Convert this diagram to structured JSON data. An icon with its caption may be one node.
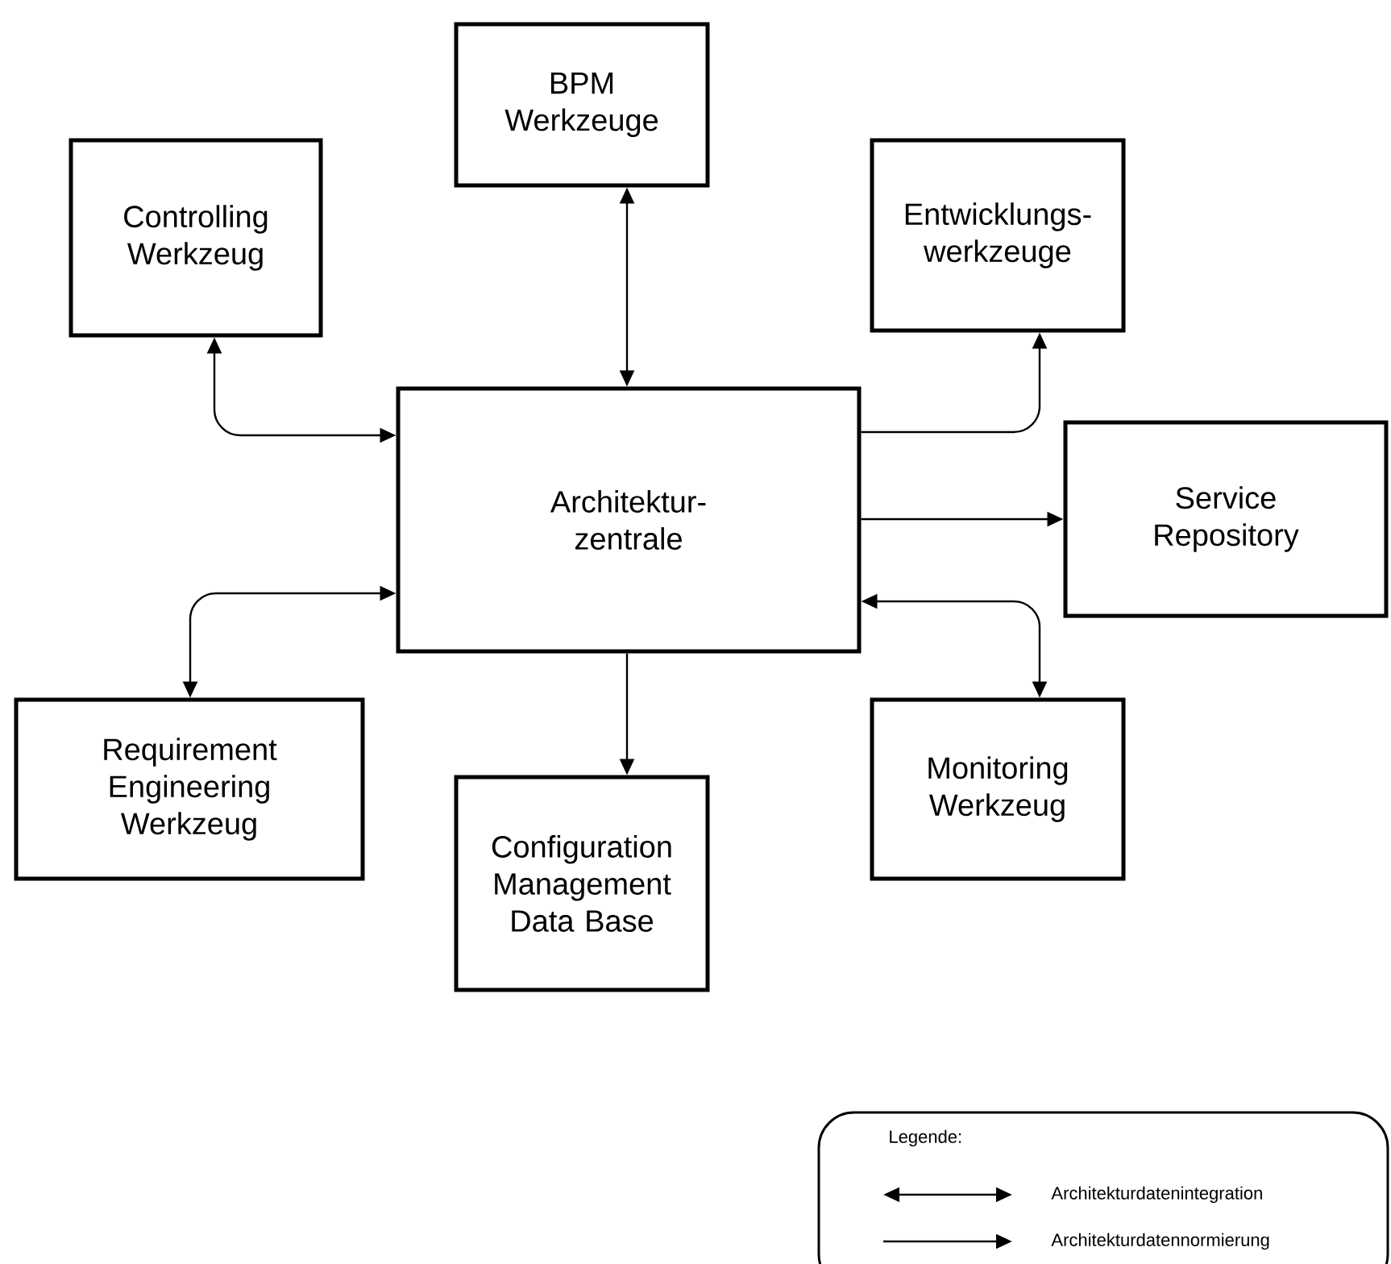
{
  "diagram": {
    "nodes": [
      {
        "text": [
          "BPM Werkzeuge"
        ]
      },
      {
        "text": [
          "Controlling Werkzeug"
        ]
      },
      {
        "text": [
          "Entwicklungs-werkzeuge"
        ]
      },
      {
        "text": [
          "Architektur-zentrale"
        ]
      },
      {
        "text": [
          "Service Repository"
        ]
      },
      {
        "text": [
          "Requirement Engineering Werkzeug"
        ]
      },
      {
        "text": [
          "Monitoring Werkzeug"
        ]
      },
      {
        "text": [
          "Configuration Management Data Base"
        ]
      }
    ],
    "edges": [
      {
        "from": 0,
        "to": 3,
        "arrow": "both"
      },
      {
        "from": 1,
        "to": 3,
        "arrow": "both"
      },
      {
        "from": 3,
        "to": 2,
        "arrow": "to"
      },
      {
        "from": 3,
        "to": 4,
        "arrow": "to"
      },
      {
        "from": 3,
        "to": 5,
        "arrow": "both"
      },
      {
        "from": 3,
        "to": 6,
        "arrow": "both"
      },
      {
        "from": 3,
        "to": 7,
        "arrow": "to"
      }
    ],
    "labels": [
      "Legende:"
    ],
    "legend": [
      {
        "text": "Architekturdatenintegration"
      },
      {
        "text": "Architekturdatennormierung"
      }
    ]
  }
}
